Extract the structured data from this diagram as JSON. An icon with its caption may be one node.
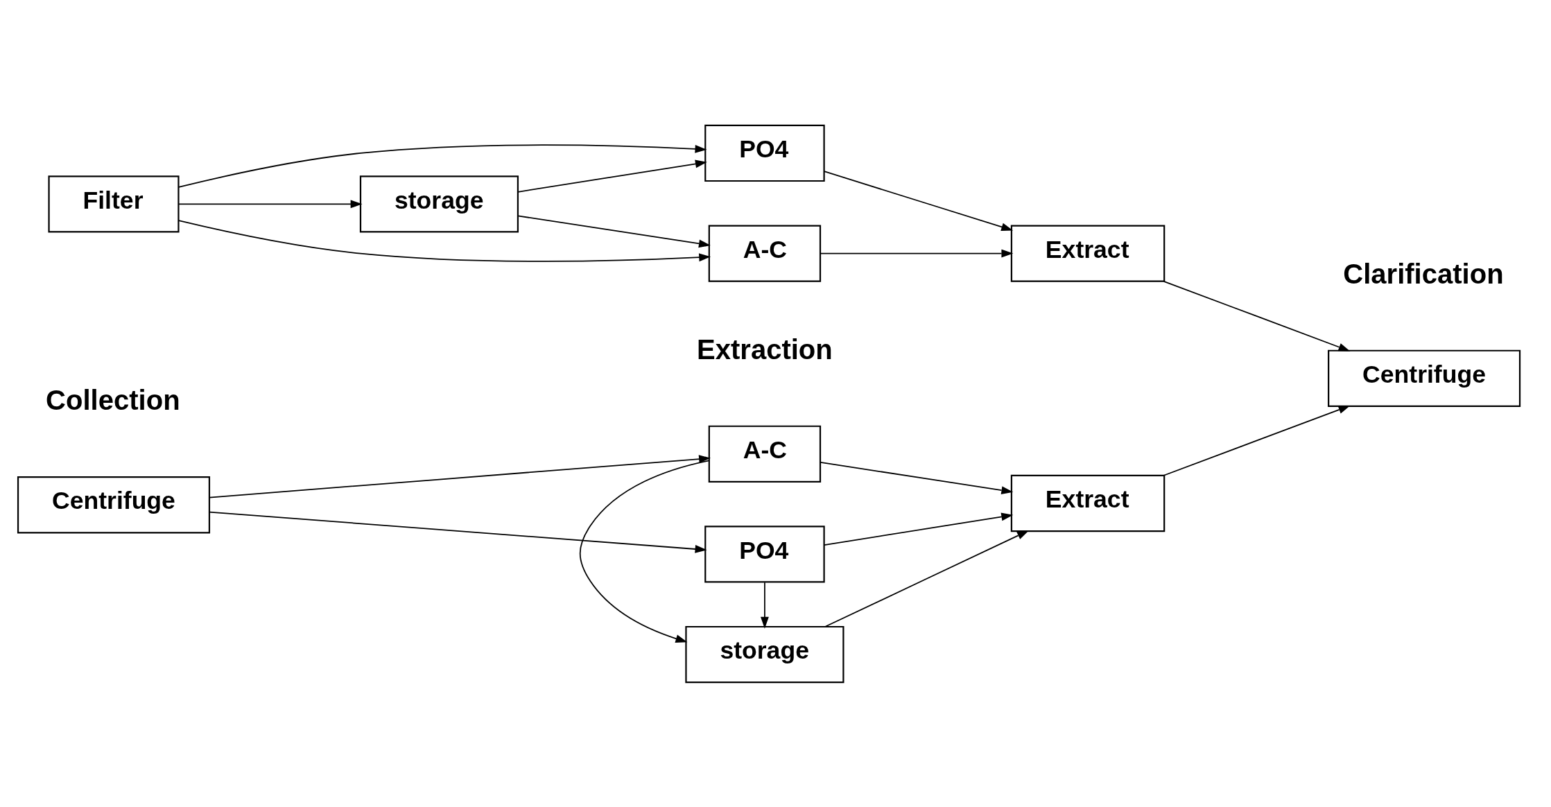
{
  "diagram": {
    "nodes": [
      {
        "text": [
          "Centrifuge"
        ]
      },
      {
        "text": [
          "Filter"
        ]
      },
      {
        "text": [
          "storage"
        ]
      },
      {
        "text": [
          "A-C"
        ]
      },
      {
        "text": [
          "storage"
        ]
      },
      {
        "text": [
          "PO4"
        ]
      },
      {
        "text": [
          "A-C"
        ]
      },
      {
        "text": [
          "PO4"
        ]
      },
      {
        "text": [
          "Extract"
        ]
      },
      {
        "text": [
          "Extract"
        ]
      },
      {
        "text": [
          "Centrifuge"
        ]
      }
    ],
    "edges": [
      {
        "from": 0,
        "to": 3,
        "arrow": "to"
      },
      {
        "from": 0,
        "to": 5,
        "arrow": "to"
      },
      {
        "from": 3,
        "to": 4,
        "arrow": "to"
      },
      {
        "from": 5,
        "to": 4,
        "arrow": "to"
      },
      {
        "from": 3,
        "to": 8,
        "arrow": "to"
      },
      {
        "from": 4,
        "to": 8,
        "arrow": "to"
      },
      {
        "from": 5,
        "to": 8,
        "arrow": "to"
      },
      {
        "from": 8,
        "to": 10,
        "arrow": "to"
      },
      {
        "from": 1,
        "to": 2,
        "arrow": "to"
      },
      {
        "from": 1,
        "to": 6,
        "arrow": "to"
      },
      {
        "from": 1,
        "to": 7,
        "arrow": "to"
      },
      {
        "from": 2,
        "to": 6,
        "arrow": "to"
      },
      {
        "from": 2,
        "to": 7,
        "arrow": "to"
      },
      {
        "from": 6,
        "to": 9,
        "arrow": "to"
      },
      {
        "from": 7,
        "to": 9,
        "arrow": "to"
      },
      {
        "from": 9,
        "to": 10,
        "arrow": "to"
      }
    ],
    "labels": [
      "Collection",
      "Extraction",
      "Clarification"
    ]
  }
}
